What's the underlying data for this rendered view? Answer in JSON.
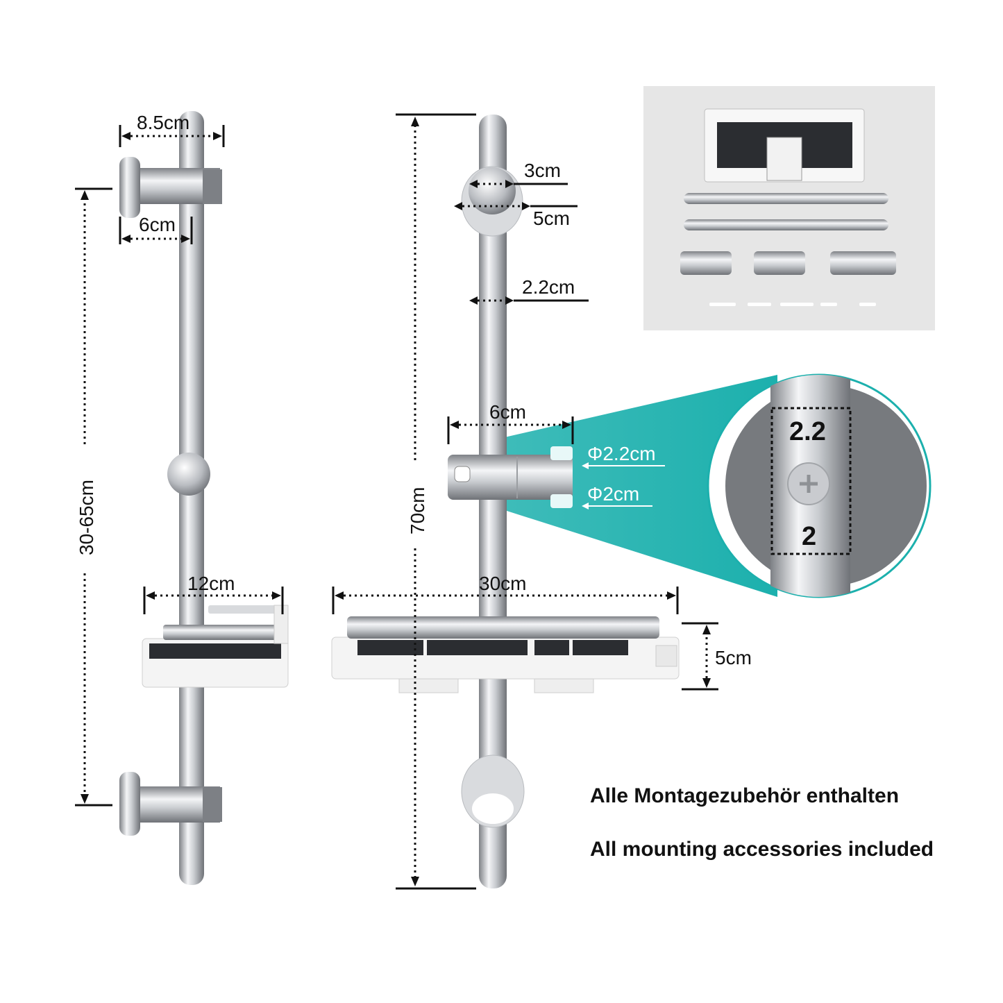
{
  "left_product": {
    "label_bracket_depth": "8.5cm",
    "label_bracket_base": "6cm",
    "label_adjust_range": "30-65cm",
    "label_shelf_depth": "12cm"
  },
  "center_product": {
    "label_total_height": "70cm",
    "label_slider_inner": "3cm",
    "label_slider_outer": "5cm",
    "label_rod_diameter": "2.2cm",
    "label_holder_width": "6cm",
    "label_holder_diameter_top": "Φ2.2cm",
    "label_holder_diameter_bottom": "Φ2cm",
    "label_shelf_width": "30cm",
    "label_shelf_height": "5cm"
  },
  "zoom_callout": {
    "top_value": "2.2",
    "bottom_value": "2",
    "accent_color": "#1cb0ad"
  },
  "notes": {
    "line_german": "Alle Montagezubehör enthalten",
    "line_english": "All mounting accessories included"
  },
  "colors": {
    "chrome_dark": "#8c8f94",
    "chrome_light": "#f2f3f5",
    "shelf_white": "#f4f4f4",
    "tray_dark": "#2b2d31",
    "inset_bg": "#e6e6e6"
  }
}
